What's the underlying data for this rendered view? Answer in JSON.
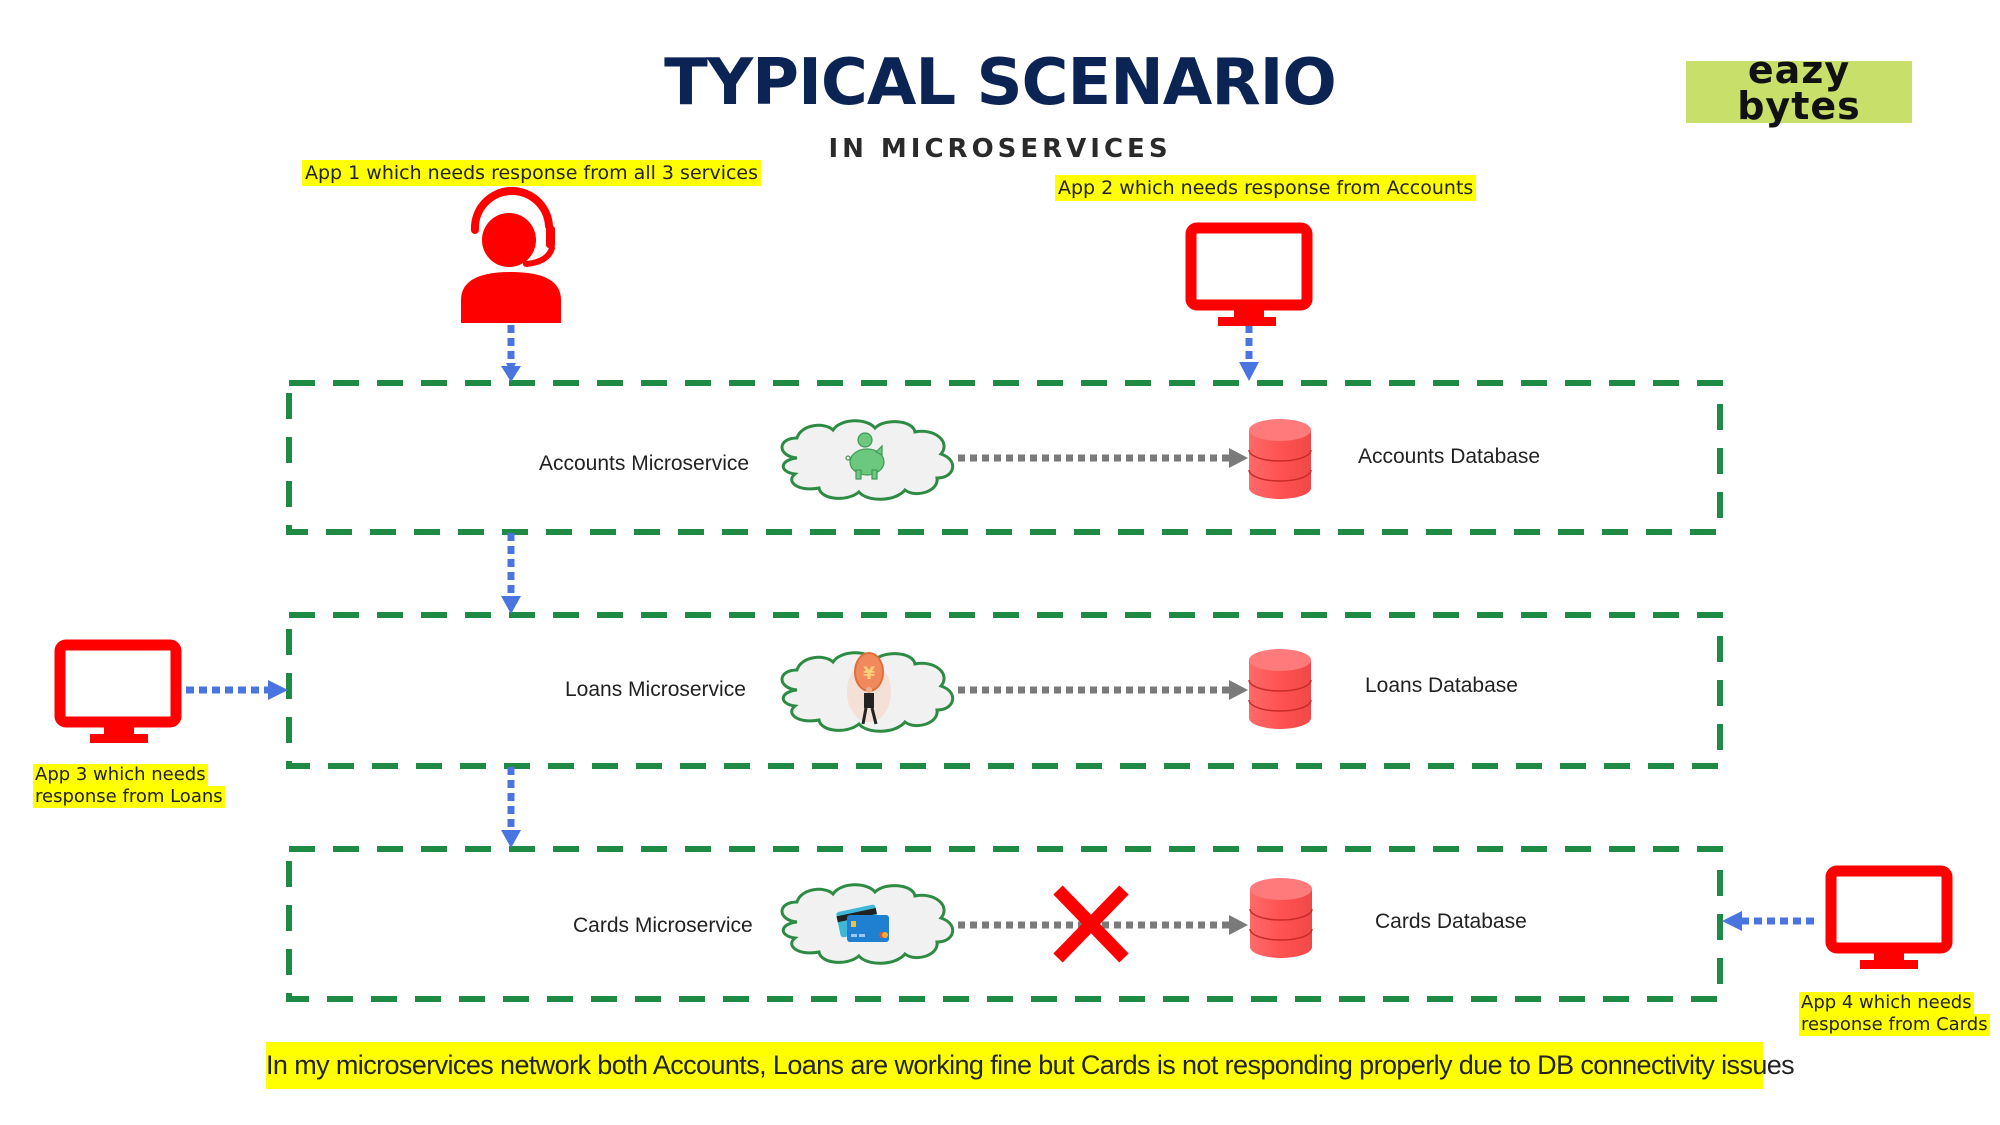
{
  "header": {
    "title": "TYPICAL SCENARIO",
    "subtitle": "IN MICROSERVICES"
  },
  "logo": {
    "line1": "eazy",
    "line2": "bytes",
    "background_color": "#c8e06a"
  },
  "apps": [
    {
      "id": "app1",
      "label": "App 1 which needs response from all 3 services",
      "icon": "support-agent-icon",
      "targets": [
        "accounts",
        "loans",
        "cards"
      ]
    },
    {
      "id": "app2",
      "label": "App 2 which needs response from Accounts",
      "icon": "monitor-icon",
      "targets": [
        "accounts"
      ]
    },
    {
      "id": "app3",
      "label_line1": "App 3 which needs",
      "label_line2": "response from Loans",
      "icon": "monitor-icon",
      "targets": [
        "loans"
      ]
    },
    {
      "id": "app4",
      "label_line1": "App 4 which needs",
      "label_line2": "response from Cards",
      "icon": "monitor-icon",
      "targets": [
        "cards"
      ]
    }
  ],
  "services": [
    {
      "id": "accounts",
      "name": "Accounts Microservice",
      "icon": "piggy-bank-icon",
      "database": "Accounts Database",
      "db_status": "connected"
    },
    {
      "id": "loans",
      "name": "Loans Microservice",
      "icon": "yen-coin-icon",
      "database": "Loans Database",
      "db_status": "connected"
    },
    {
      "id": "cards",
      "name": "Cards Microservice",
      "icon": "credit-cards-icon",
      "database": "Cards Database",
      "db_status": "failed"
    }
  ],
  "footer": {
    "note": "In my microservices network both Accounts, Loans are working fine but Cards is not responding properly due to DB connectivity issues"
  },
  "colors": {
    "title": "#0c2454",
    "box_border": "#1e8a44",
    "app_icon": "#ff0000",
    "request_arrow": "#4a74e0",
    "db_arrow": "#7a7a7a",
    "database": "#ff5555",
    "failure_mark": "#ff0000",
    "highlight": "#ffff00",
    "cloud_fill": "#f1f1f1",
    "cloud_stroke": "#2e8b44"
  }
}
